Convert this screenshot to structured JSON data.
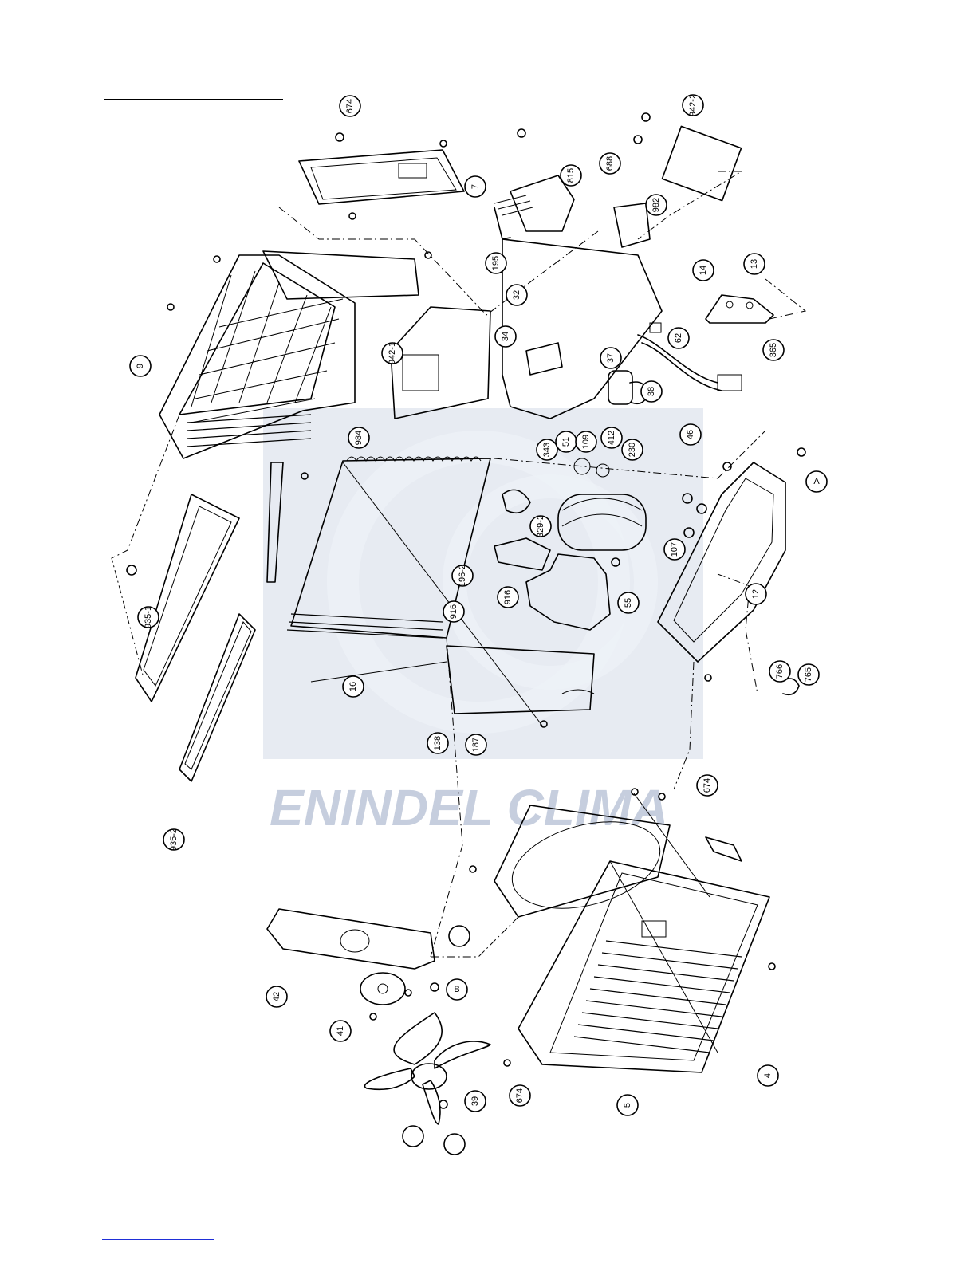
{
  "watermark": {
    "text": "ENINDEL CLIMA",
    "color": "#b9c3d6"
  },
  "callouts": [
    {
      "id": "c-674-a",
      "label": "674"
    },
    {
      "id": "c-7",
      "label": "7"
    },
    {
      "id": "c-942-2",
      "label": "942-2"
    },
    {
      "id": "c-688",
      "label": "688"
    },
    {
      "id": "c-815",
      "label": "815"
    },
    {
      "id": "c-982",
      "label": "982"
    },
    {
      "id": "c-195",
      "label": "195"
    },
    {
      "id": "c-32",
      "label": "32"
    },
    {
      "id": "c-34",
      "label": "34"
    },
    {
      "id": "c-37",
      "label": "37"
    },
    {
      "id": "c-38",
      "label": "38"
    },
    {
      "id": "c-62",
      "label": "62"
    },
    {
      "id": "c-14",
      "label": "14"
    },
    {
      "id": "c-13",
      "label": "13"
    },
    {
      "id": "c-365",
      "label": "365"
    },
    {
      "id": "c-9",
      "label": "9"
    },
    {
      "id": "c-942-1",
      "label": "942-1"
    },
    {
      "id": "c-984",
      "label": "984"
    },
    {
      "id": "c-343",
      "label": "343"
    },
    {
      "id": "c-51",
      "label": "51"
    },
    {
      "id": "c-109",
      "label": "109"
    },
    {
      "id": "c-412",
      "label": "412"
    },
    {
      "id": "c-230",
      "label": "230"
    },
    {
      "id": "c-46",
      "label": "46"
    },
    {
      "id": "c-A-1",
      "label": "A"
    },
    {
      "id": "c-329-2",
      "label": "329-2"
    },
    {
      "id": "c-107",
      "label": "107"
    },
    {
      "id": "c-196-2",
      "label": "196-2"
    },
    {
      "id": "c-916-a",
      "label": "916"
    },
    {
      "id": "c-916-b",
      "label": "916"
    },
    {
      "id": "c-55",
      "label": "55"
    },
    {
      "id": "c-12",
      "label": "12"
    },
    {
      "id": "c-935-1",
      "label": "935-1"
    },
    {
      "id": "c-16",
      "label": "16"
    },
    {
      "id": "c-766",
      "label": "766"
    },
    {
      "id": "c-765",
      "label": "765"
    },
    {
      "id": "c-138",
      "label": "138"
    },
    {
      "id": "c-187",
      "label": "187"
    },
    {
      "id": "c-674-b",
      "label": "674"
    },
    {
      "id": "c-935-2",
      "label": "935-2"
    },
    {
      "id": "c-blank-1",
      "label": ""
    },
    {
      "id": "c-B",
      "label": "B"
    },
    {
      "id": "c-42",
      "label": "42"
    },
    {
      "id": "c-41",
      "label": "41"
    },
    {
      "id": "c-39",
      "label": "39"
    },
    {
      "id": "c-674-c",
      "label": "674"
    },
    {
      "id": "c-5",
      "label": "5"
    },
    {
      "id": "c-4",
      "label": "4"
    },
    {
      "id": "c-blank-2",
      "label": ""
    },
    {
      "id": "c-blank-3",
      "label": ""
    }
  ]
}
